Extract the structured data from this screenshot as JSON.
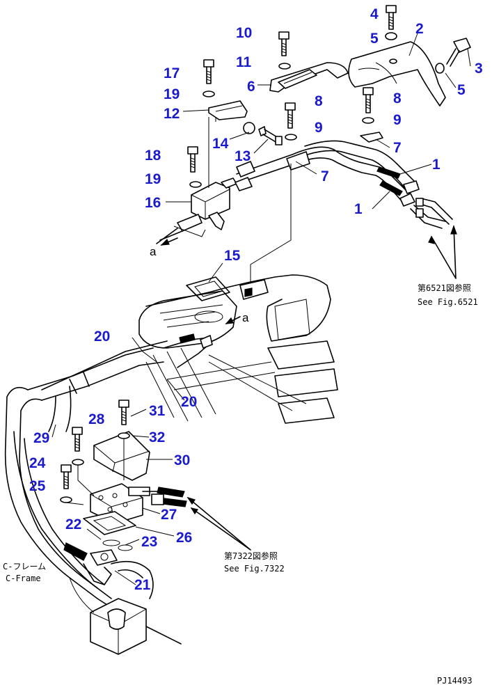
{
  "callouts": {
    "c1a": "1",
    "c1b": "1",
    "c2": "2",
    "c3": "3",
    "c4": "4",
    "c5a": "5",
    "c5b": "5",
    "c6": "6",
    "c7a": "7",
    "c7b": "7",
    "c8a": "8",
    "c8b": "8",
    "c9a": "9",
    "c9b": "9",
    "c10": "10",
    "c11": "11",
    "c12": "12",
    "c13": "13",
    "c14": "14",
    "c15": "15",
    "c16": "16",
    "c17": "17",
    "c18": "18",
    "c19a": "19",
    "c19b": "19",
    "c20a": "20",
    "c20b": "20",
    "c21": "21",
    "c22": "22",
    "c23": "23",
    "c24": "24",
    "c25": "25",
    "c26": "26",
    "c27": "27",
    "c28": "28",
    "c29": "29",
    "c30": "30",
    "c31": "31",
    "c32": "32"
  },
  "refs": {
    "fig6521_jp": "第6521図参照",
    "fig6521_en": "See Fig.6521",
    "fig7322_jp": "第7322図参照",
    "fig7322_en": "See Fig.7322",
    "cframe_jp": "C-フレーム",
    "cframe_en": "C-Frame",
    "view_a1": "a",
    "view_a2": "a"
  },
  "drawing_code": "PJ14493",
  "colors": {
    "callout": "#1a1acd",
    "line": "#000000"
  }
}
